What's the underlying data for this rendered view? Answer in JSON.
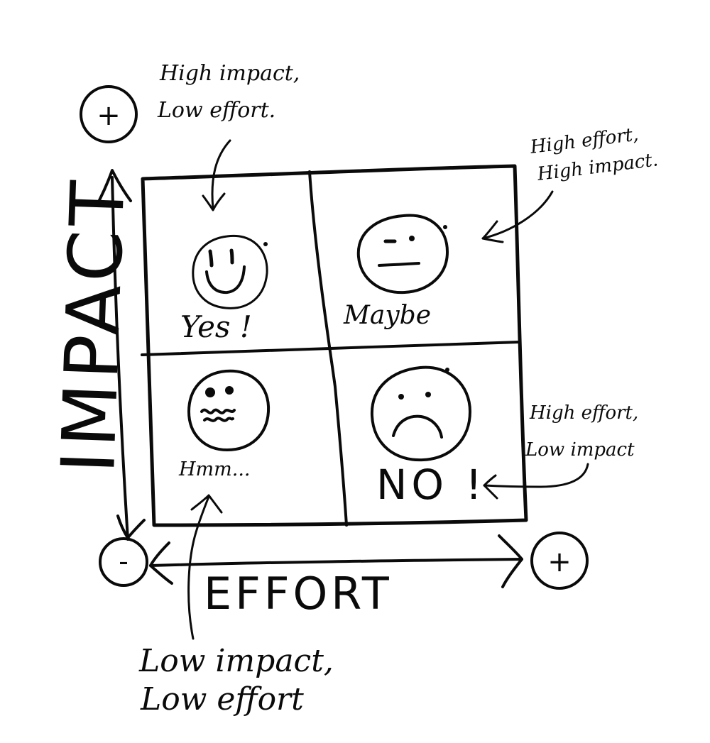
{
  "axes": {
    "vertical": {
      "label": "IMPACT",
      "top_sign": "+",
      "bottom_sign": "-"
    },
    "horizontal": {
      "label": "EFFORT",
      "left_sign": "-",
      "right_sign": "+"
    }
  },
  "quadrants": [
    {
      "position": "top-left",
      "face": "smile-face-icon",
      "label": "Yes !"
    },
    {
      "position": "top-right",
      "face": "neutral-face-icon",
      "label": "Maybe"
    },
    {
      "position": "bottom-left",
      "face": "worried-face-icon",
      "label": "Hmm..."
    },
    {
      "position": "bottom-right",
      "face": "sad-face-icon",
      "label": "NO !"
    }
  ],
  "annotations": {
    "top_left": {
      "line1": "High impact,",
      "line2": "Low effort."
    },
    "top_right": {
      "line1": "High effort,",
      "line2": "High impact."
    },
    "bottom_right": {
      "line1": "High effort,",
      "line2": "Low impact"
    },
    "bottom_left": {
      "line1": "Low impact,",
      "line2": "Low effort"
    }
  },
  "colors": {
    "ink": "#0a0a0a",
    "paper": "#ffffff"
  }
}
